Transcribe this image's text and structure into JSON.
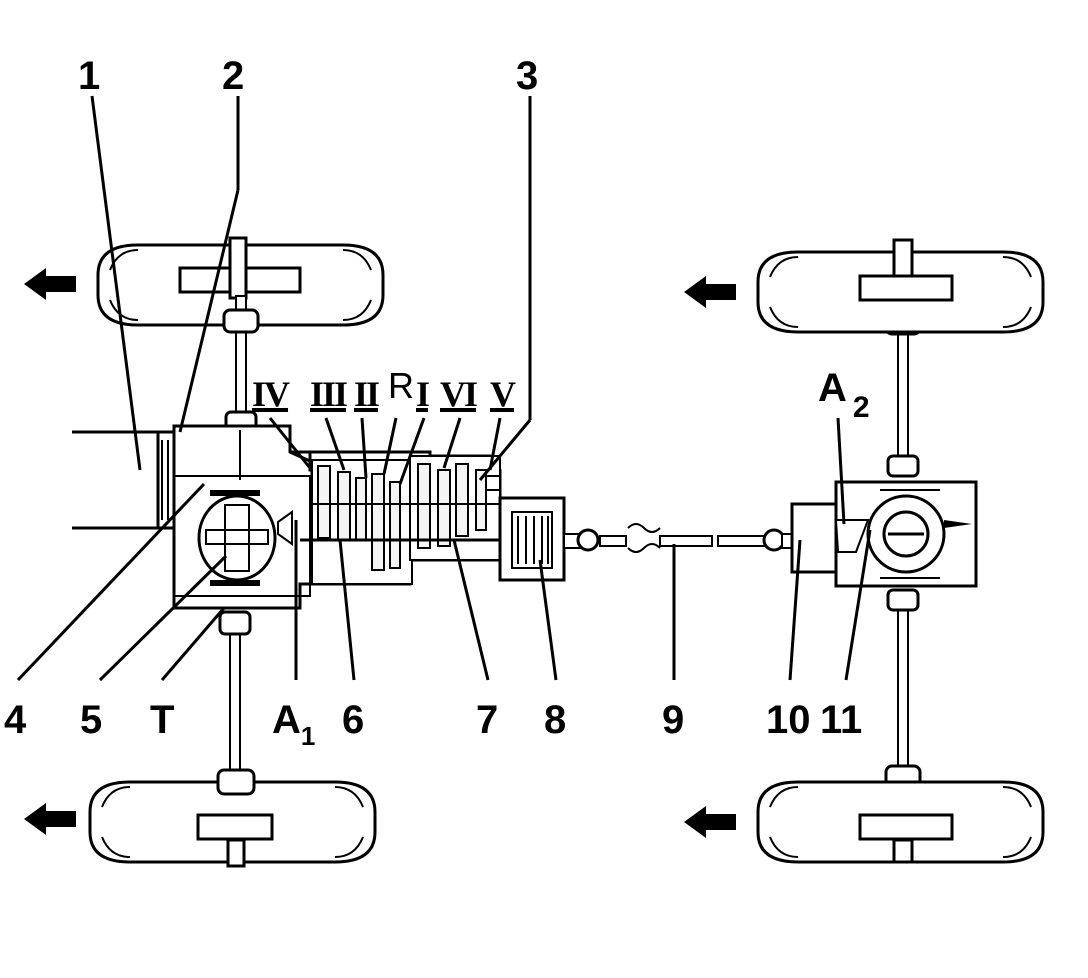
{
  "labels": {
    "n1": "1",
    "n2": "2",
    "n3": "3",
    "n4": "4",
    "n5": "5",
    "nT": "T",
    "a1": "A",
    "a1_sub": "1",
    "n6": "6",
    "n7": "7",
    "n8": "8",
    "n9": "9",
    "n10": "10",
    "n11": "11",
    "a2": "A",
    "a2_sub": "2"
  },
  "gears": {
    "g4": "IV",
    "g3": "III",
    "g2": "II",
    "gR": "R",
    "g1": "I",
    "g6": "VI",
    "g5": "V"
  },
  "colors": {
    "ink": "#000000",
    "paper": "#ffffff",
    "fill": "#f4f4f4"
  }
}
